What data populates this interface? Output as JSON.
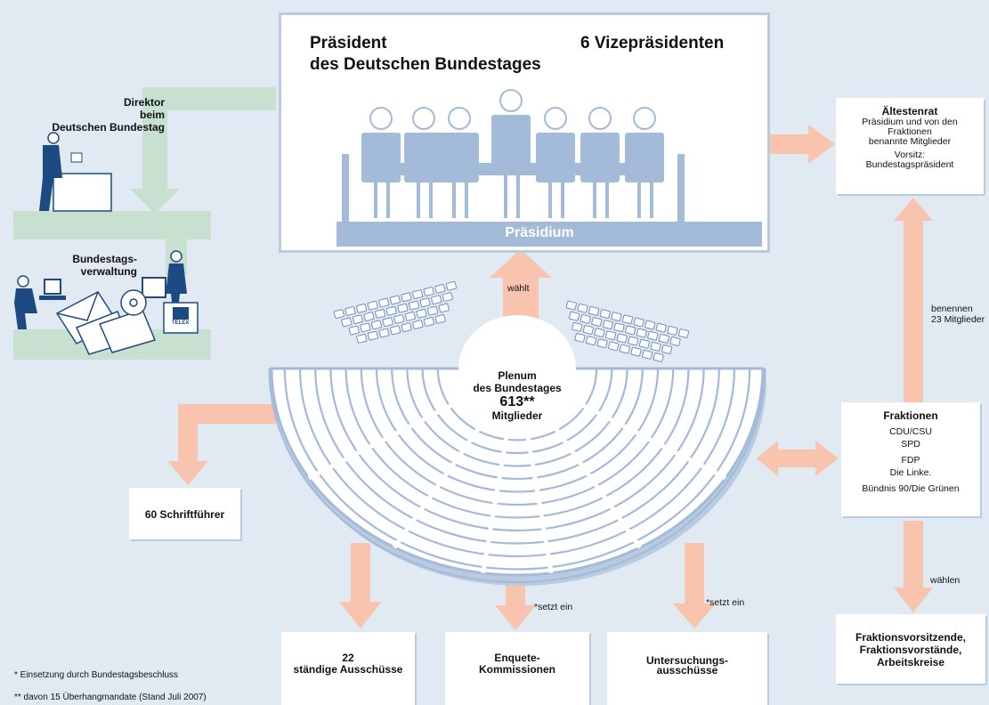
{
  "praesidium": {
    "president_line1": "Präsident",
    "president_line2": "des Deutschen Bundestages",
    "vice": "6 Vizepräsidenten",
    "label": "Präsidium"
  },
  "direktor": [
    "Direktor",
    "beim",
    "Deutschen Bundestag"
  ],
  "verwaltung": [
    "Bundestags-",
    "verwaltung"
  ],
  "telex": "TELEX",
  "aeltestenrat": {
    "title": "Ältestenrat",
    "lines": [
      "Präsidium und von den",
      "Fraktionen",
      "benannte Mitglieder"
    ],
    "vorsitz": [
      "Vorsitz:",
      "Bundestagspräsident"
    ]
  },
  "waehlt": "wählt",
  "benennen": [
    "benennen",
    "23 Mitglieder"
  ],
  "plenum": [
    "Plenum",
    "des Bundestages",
    "613**",
    "Mitglieder"
  ],
  "fraktionen": {
    "title": "Fraktionen",
    "items": [
      "CDU/CSU",
      "SPD",
      "FDP",
      "Die Linke.",
      "Bündnis 90/Die Grünen"
    ]
  },
  "schriftfuehrer": "60 Schriftführer",
  "waehlen": "wählen",
  "vorsitzende": [
    "Fraktionsvorsitzende,",
    "Fraktionsvorstände,",
    "Arbeitskreise"
  ],
  "setzt_ein": "*setzt ein",
  "committees": [
    [
      "22",
      "ständige Ausschüsse"
    ],
    [
      "Enquete-",
      "Kommissionen"
    ],
    [
      "Untersuchungs-",
      "ausschüsse"
    ]
  ],
  "footnotes": [
    "* Einsetzung durch Bundestagsbeschluss",
    "** davon 15 Überhangmandate (Stand Juli 2007)"
  ]
}
